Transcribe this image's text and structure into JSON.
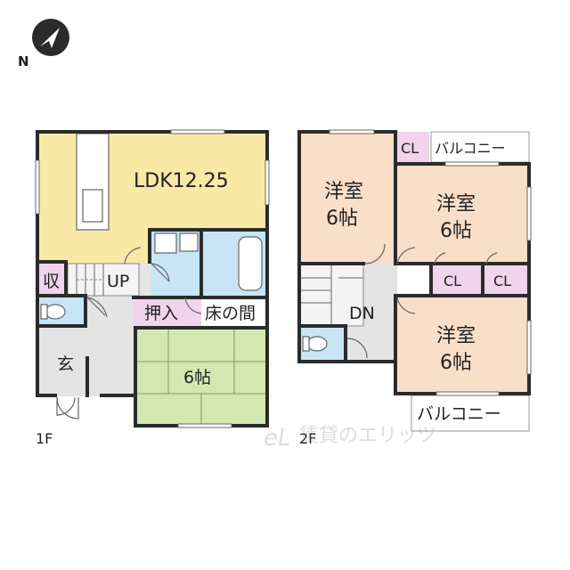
{
  "compass": {
    "north_label": "N",
    "icon": "compass-arrow-icon"
  },
  "floor1": {
    "floor_label": "1F",
    "rooms": {
      "ldk": "LDK12.25",
      "storage": "収",
      "stairs_up": "UP",
      "oshiire": "押入",
      "tokonoma": "床の間",
      "entrance": "玄",
      "tatami": "6帖"
    }
  },
  "floor2": {
    "floor_label": "2F",
    "rooms": {
      "western_room_1_line1": "洋室",
      "western_room_1_line2": "6帖",
      "western_room_2_line1": "洋室",
      "western_room_2_line2": "6帖",
      "western_room_3_line1": "洋室",
      "western_room_3_line2": "6帖",
      "closet_1": "CL",
      "closet_2": "CL",
      "closet_3": "CL",
      "balcony_top": "バルコニー",
      "balcony_bottom": "バルコニー",
      "stairs_down": "DN"
    }
  },
  "watermark": {
    "logo_mark": "eL",
    "text": "賃貸のエリッツ"
  },
  "colors": {
    "ldk": "#f8e9a6",
    "western_room": "#f9dfc8",
    "tatami": "#d3e8b0",
    "closet": "#f0d3ec",
    "water_area": "#c7e5f5",
    "hall": "#e4e4e4",
    "wall": "#2b2b2b"
  }
}
